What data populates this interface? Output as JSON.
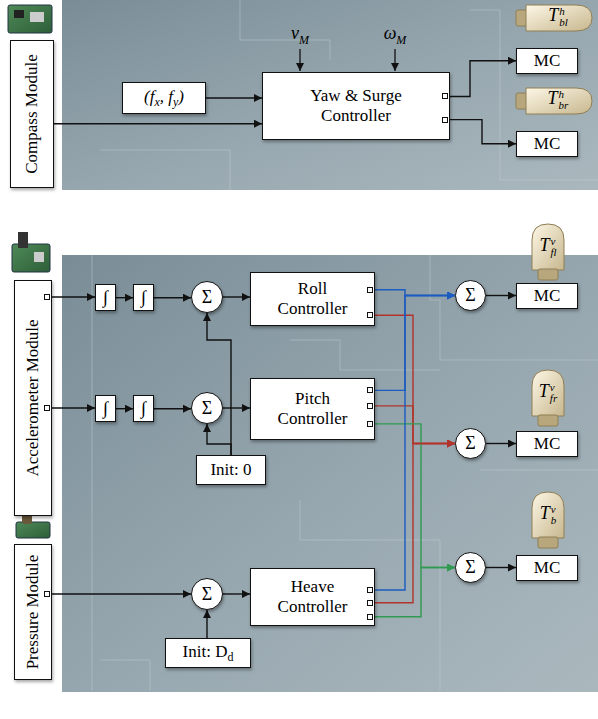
{
  "diagram": {
    "nodes": [
      {
        "text": [
          "Compass Module"
        ]
      },
      {
        "text": [
          "(f",
          "x",
          ", f",
          "y",
          ")"
        ]
      },
      {
        "text": [
          "Yaw & Surge Controller"
        ]
      },
      {
        "text": [
          "MC"
        ]
      },
      {
        "text": [
          "MC"
        ]
      },
      {
        "text": [
          "Accelerometer Module"
        ]
      },
      {
        "text": [
          "∫"
        ]
      },
      {
        "text": [
          "∫"
        ]
      },
      {
        "text": [
          "Σ"
        ]
      },
      {
        "text": [
          "Roll Controller"
        ]
      },
      {
        "text": [
          "Σ"
        ]
      },
      {
        "text": [
          "MC"
        ]
      },
      {
        "text": [
          "∫"
        ]
      },
      {
        "text": [
          "∫"
        ]
      },
      {
        "text": [
          "Σ"
        ]
      },
      {
        "text": [
          "Pitch Controller"
        ]
      },
      {
        "text": [
          "Init: 0"
        ]
      },
      {
        "text": [
          "Σ"
        ]
      },
      {
        "text": [
          "MC"
        ]
      },
      {
        "text": [
          "Pressure Module"
        ]
      },
      {
        "text": [
          "Σ"
        ]
      },
      {
        "text": [
          "Heave Controller"
        ]
      },
      {
        "text": [
          "Σ"
        ]
      },
      {
        "text": [
          "MC"
        ]
      },
      {
        "text": [
          "Init: D",
          "d"
        ]
      }
    ],
    "edges": [
      {
        "from": 0,
        "to": 2,
        "arrow": "to"
      },
      {
        "from": 1,
        "to": 2,
        "arrow": "to"
      },
      {
        "from": 2,
        "to": 3,
        "arrow": "to"
      },
      {
        "from": 2,
        "to": 4,
        "arrow": "to"
      },
      {
        "from": 5,
        "to": 6,
        "arrow": "to"
      },
      {
        "from": 6,
        "to": 7,
        "arrow": "to"
      },
      {
        "from": 7,
        "to": 8,
        "arrow": "to"
      },
      {
        "from": 8,
        "to": 9,
        "arrow": "to"
      },
      {
        "from": 5,
        "to": 12,
        "arrow": "to"
      },
      {
        "from": 12,
        "to": 13,
        "arrow": "to"
      },
      {
        "from": 13,
        "to": 14,
        "arrow": "to"
      },
      {
        "from": 14,
        "to": 15,
        "arrow": "to"
      },
      {
        "from": 16,
        "to": 8,
        "arrow": "to"
      },
      {
        "from": 16,
        "to": 14,
        "arrow": "to"
      },
      {
        "from": 9,
        "to": 10,
        "arrow": "to"
      },
      {
        "from": 9,
        "to": 17,
        "arrow": "to"
      },
      {
        "from": 15,
        "to": 10,
        "arrow": "to"
      },
      {
        "from": 15,
        "to": 17,
        "arrow": "to"
      },
      {
        "from": 15,
        "to": 22,
        "arrow": "to"
      },
      {
        "from": 21,
        "to": 10,
        "arrow": "to"
      },
      {
        "from": 21,
        "to": 17,
        "arrow": "to"
      },
      {
        "from": 21,
        "to": 22,
        "arrow": "to"
      },
      {
        "from": 10,
        "to": 11,
        "arrow": "to"
      },
      {
        "from": 17,
        "to": 18,
        "arrow": "to"
      },
      {
        "from": 22,
        "to": 23,
        "arrow": "to"
      },
      {
        "from": 19,
        "to": 20,
        "arrow": "to"
      },
      {
        "from": 20,
        "to": 21,
        "arrow": "to"
      },
      {
        "from": 24,
        "to": 20,
        "arrow": "to"
      }
    ],
    "labels": [
      "v",
      "M",
      "ω",
      "M",
      "T",
      "h",
      "bl",
      "T",
      "h",
      "br",
      "T",
      "v",
      "fl",
      "T",
      "v",
      "fr",
      "T",
      "v",
      "b"
    ]
  }
}
